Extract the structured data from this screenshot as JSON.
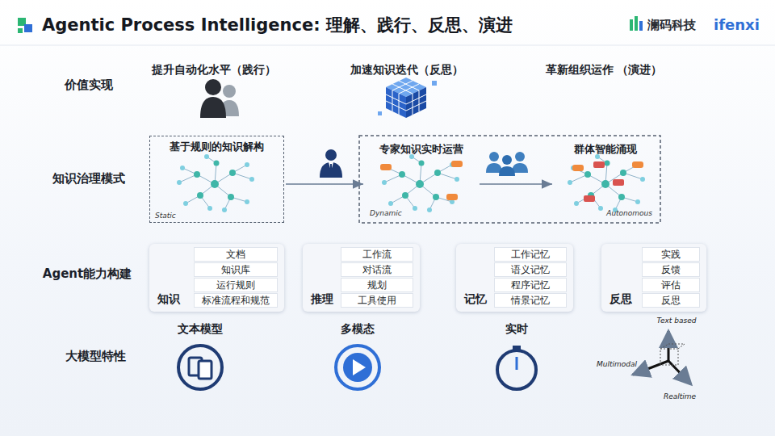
{
  "diagram": {
    "title": "Agentic Process Intelligence: 理解、践行、反思、演进",
    "nodes": [
      {
        "text": [
          "基于规则的知识解构",
          "Static"
        ]
      },
      {
        "text": [
          "专家知识实时运营",
          "Dynamic"
        ]
      },
      {
        "text": [
          "群体智能涌现",
          "Autonomous"
        ]
      },
      {
        "text": [
          "知识"
        ]
      },
      {
        "text": [
          "文档"
        ],
        "in": 3
      },
      {
        "text": [
          "知识库"
        ],
        "in": 3
      },
      {
        "text": [
          "运行规则"
        ],
        "in": 3
      },
      {
        "text": [
          "标准流程和规范"
        ],
        "in": 3
      },
      {
        "text": [
          "推理"
        ]
      },
      {
        "text": [
          "工作流"
        ],
        "in": 8
      },
      {
        "text": [
          "对话流"
        ],
        "in": 8
      },
      {
        "text": [
          "规划"
        ],
        "in": 8
      },
      {
        "text": [
          "工具使用"
        ],
        "in": 8
      },
      {
        "text": [
          "记忆"
        ]
      },
      {
        "text": [
          "工作记忆"
        ],
        "in": 13
      },
      {
        "text": [
          "语义记忆"
        ],
        "in": 13
      },
      {
        "text": [
          "程序记忆"
        ],
        "in": 13
      },
      {
        "text": [
          "情景记忆"
        ],
        "in": 13
      },
      {
        "text": [
          "反思"
        ]
      },
      {
        "text": [
          "实践"
        ],
        "in": 18
      },
      {
        "text": [
          "反馈"
        ],
        "in": 18
      },
      {
        "text": [
          "评估"
        ],
        "in": 18
      },
      {
        "text": [
          "反思"
        ],
        "in": 18
      }
    ],
    "edges": [
      {
        "from": 0,
        "to": 1,
        "arrow": "to"
      },
      {
        "from": 1,
        "to": 2,
        "arrow": "to"
      }
    ],
    "labels": [
      "澜码科技",
      "ifenxi",
      "价值实现",
      "提升自动化水平（践行）",
      "加速知识迭代（反思）",
      "革新组织运作 （演进）",
      "知识治理模式",
      "Agent能力构建",
      "大模型特性",
      "文本模型",
      "多模态",
      "实时",
      "Text based",
      "Multimodal",
      "Realtime"
    ]
  }
}
